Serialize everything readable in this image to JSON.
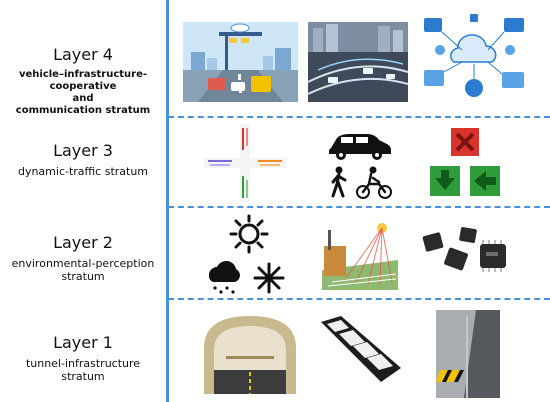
{
  "layers": [
    {
      "title": "Layer 4",
      "subtitle_lines": [
        "vehicle–infrastructure-cooperative",
        "and",
        "communication stratum"
      ]
    },
    {
      "title": "Layer 3",
      "subtitle_lines": [
        "dynamic-traffic stratum"
      ]
    },
    {
      "title": "Layer 2",
      "subtitle_lines": [
        "environmental-perception",
        "stratum"
      ]
    },
    {
      "title": "Layer 1",
      "subtitle_lines": [
        "tunnel-infrastructure",
        "stratum"
      ]
    }
  ],
  "colors": {
    "divider": "#4a90d9",
    "signal_red": "#d9342b",
    "signal_green": "#2f9e3a",
    "sky": "#cfe6f7",
    "chip": "#2a2a2a",
    "tunnel": "#c9b98f",
    "hazard_yellow": "#f2c200"
  },
  "icons": [
    "smart-road-scene-image",
    "highway-traffic-image",
    "connected-network-image",
    "intersection-lanes-diagram",
    "car-pedestrian-cyclist-icons",
    "lane-signal-lights-icon",
    "weather-icons",
    "solar-radar-sensor-image",
    "sensor-chips-image",
    "tunnel-cross-section-image",
    "led-light-panel-image",
    "tunnel-wall-hazard-image"
  ]
}
